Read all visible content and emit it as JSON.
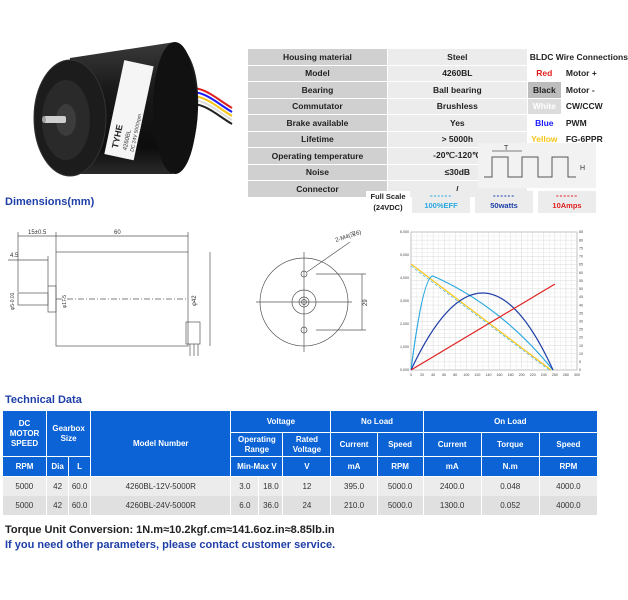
{
  "specs": {
    "rows": [
      {
        "label": "Housing material",
        "value": "Steel"
      },
      {
        "label": "Model",
        "value": "4260BL"
      },
      {
        "label": "Bearing",
        "value": "Ball bearing"
      },
      {
        "label": "Commutator",
        "value": "Brushless"
      },
      {
        "label": "Brake available",
        "value": "Yes"
      },
      {
        "label": "Lifetime",
        "value": "> 5000h"
      },
      {
        "label": "Operating temperature",
        "value": "-20℃-120℃"
      },
      {
        "label": "Noise",
        "value": "≤30dB"
      },
      {
        "label": "Connector",
        "value": "/"
      }
    ]
  },
  "wires": {
    "title": "BLDC Wire Connections",
    "items": [
      {
        "color": "Red",
        "hex": "#e02020",
        "function": "Motor +"
      },
      {
        "color": "Black",
        "hex": "#bdbdbd",
        "function": "Motor -"
      },
      {
        "color": "White",
        "hex": "#ffffff",
        "function": "CW/CCW"
      },
      {
        "color": "Blue",
        "hex": "#1a1aff",
        "function": "PWM"
      },
      {
        "color": "Yellow",
        "hex": "#f5c518",
        "function": "FG-6PPR"
      }
    ]
  },
  "waveform": {
    "t_label": "T",
    "h_label": "H"
  },
  "full_scale": {
    "label": "Full Scale (24VDC)",
    "items": [
      {
        "dash": "------",
        "text": "100%EFF",
        "color": "#29a8e0"
      },
      {
        "dash": "------",
        "text": "50watts",
        "color": "#1f3fa8"
      },
      {
        "dash": "------",
        "text": "10Amps",
        "color": "#e02020"
      }
    ]
  },
  "motor_label": {
    "brand": "TYHE",
    "line1": "4260BL",
    "line2": "DC 24V 5000rpm"
  },
  "headings": {
    "dimensions": "Dimensions(mm)",
    "technical": "Technical Data"
  },
  "drawing": {
    "dim_15": "15±0.5",
    "dim_60": "60",
    "dim_45": "4.5",
    "dim_shaft": "φ5-0.01",
    "dim_boss": "φ17.5",
    "dim_body": "φ42",
    "dim_holes": "2-M4(深6)",
    "dim_pcd": "29"
  },
  "performance_chart": {
    "type": "line",
    "x_ticks": [
      "0",
      "20",
      "40",
      "60",
      "80",
      "100",
      "120",
      "140",
      "160",
      "180",
      "200",
      "220",
      "240",
      "260",
      "280",
      "300"
    ],
    "y_left_ticks": [
      "0.000",
      "1,000",
      "2,000",
      "3,000",
      "4,000",
      "5,000",
      "6,000"
    ],
    "y_right_ticks": [
      "0",
      "5",
      "10",
      "15",
      "20",
      "25",
      "30",
      "35",
      "40",
      "45",
      "50",
      "55",
      "60",
      "65",
      "70",
      "75",
      "80",
      "85"
    ],
    "ylim_left": [
      0,
      6000
    ],
    "ylim_right": [
      0,
      85
    ],
    "xlim": [
      0,
      300
    ]
  },
  "tech": {
    "header_top": {
      "speed": "DC MOTOR SPEED",
      "gearbox": "Gearbox Size",
      "model": "Model Number",
      "voltage": "Voltage",
      "noload": "No Load",
      "onload": "On Load"
    },
    "header_mid": {
      "range": "Operating Range",
      "rated": "Rated Voltage",
      "nl_current": "Current",
      "nl_speed": "Speed",
      "ol_current": "Current",
      "ol_torque": "Torque",
      "ol_speed": "Speed"
    },
    "header_units": {
      "rpm": "RPM",
      "dia": "Dia",
      "l": "L",
      "minmax": "Min-Max V",
      "v": "V",
      "ma1": "mA",
      "rpm2": "RPM",
      "ma2": "mA",
      "nm": "N.m",
      "rpm3": "RPM"
    },
    "rows": [
      [
        "5000",
        "42",
        "60.0",
        "4260BL-12V-5000R",
        "3.0",
        "18.0",
        "12",
        "395.0",
        "5000.0",
        "2400.0",
        "0.048",
        "4000.0"
      ],
      [
        "5000",
        "42",
        "60.0",
        "4260BL-24V-5000R",
        "6.0",
        "36.0",
        "24",
        "210.0",
        "5000.0",
        "1300.0",
        "0.052",
        "4000.0"
      ]
    ]
  },
  "footer": {
    "conversion": "Torque Unit Conversion: 1N.m≈10.2kgf.cm≈141.6oz.in≈8.85lb.in",
    "contact": "If you need other parameters, please contact customer service."
  }
}
